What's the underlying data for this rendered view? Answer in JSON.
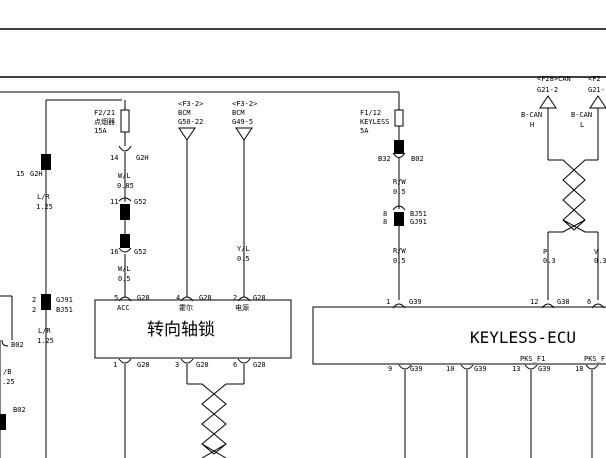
{
  "labels": {
    "g2h_left": "15",
    "g2h_left_name": "G2H",
    "wire_lr_left": "L/R",
    "wire_lr_left_size": "1.25",
    "gj91_pin": "2",
    "gj91_name": "GJ91",
    "bj51_pin": "2",
    "bj51_name": "BJ51",
    "wire_lr_left2": "L/R",
    "wire_lr_left2_size": "1.25",
    "b02_left": "B02",
    "b02_left2": "B02",
    "wire_b_left": "/B",
    "wire_b_left_size": ".25",
    "fuse1_id": "F2/21",
    "fuse1_name": "点烟器",
    "fuse1_amp": "15A",
    "g2h_pin": "14",
    "g2h_name": "G2H",
    "wire_wl1": "W/L",
    "wire_wl1_size": "0.85",
    "g52_top_pin": "11",
    "g52_top_name": "G52",
    "g52_bot_pin": "16",
    "g52_bot_name": "G52",
    "wire_wl2": "W/L",
    "wire_wl2_size": "0.5",
    "ref1_code": "<F3-2>",
    "ref1_name": "BCM",
    "ref1_conn": "G50-22",
    "ref2_code": "<F3-2>",
    "ref2_name": "BCM",
    "ref2_conn": "G49-5",
    "wire_yl": "Y/L",
    "wire_yl_size": "0.5",
    "lock_pin5": "5",
    "lock_pin5_conn": "G28",
    "lock_acc": "ACC",
    "lock_pin4": "4",
    "lock_pin4_conn": "G28",
    "lock_hall": "霍尔",
    "lock_pin2": "2",
    "lock_pin2_conn": "G28",
    "lock_power": "电源",
    "lock_title": "转向轴锁",
    "lock_pin1": "1",
    "lock_pin1_conn": "G28",
    "lock_pin3": "3",
    "lock_pin3_conn": "G28",
    "lock_pin6": "6",
    "lock_pin6_conn": "G28",
    "fuse2_id": "F1/12",
    "fuse2_name": "KEYLESS",
    "fuse2_amp": "5A",
    "b32_pin": "B32",
    "b02_name": "B02",
    "wire_rw1": "R/W",
    "wire_rw1_size": "0.5",
    "bj51_pin8": "8",
    "bj51_name2": "BJ51",
    "gj91_pin8": "8",
    "gj91_name2": "GJ91",
    "wire_rw2": "R/W",
    "wire_rw2_size": "0.5",
    "ecu_pin1": "1",
    "ecu_pin1_conn": "G39",
    "can_ref1": "<F28>CAN",
    "can_ref2": "<F2",
    "can_conn1": "G21-2",
    "can_conn2": "G21-",
    "bcan_h": "B-CAN",
    "bcan_h2": "H",
    "bcan_l": "B-CAN",
    "bcan_l2": "L",
    "wire_p": "P",
    "wire_p_size": "0.3",
    "wire_v": "V",
    "wire_v_size": "0.3",
    "ecu_pin12": "12",
    "ecu_pin12_conn": "G38",
    "ecu_pin6": "6",
    "ecu_title": "KEYLESS-ECU",
    "pks_f1": "PKS_F1",
    "pks_f2": "PKS_F",
    "ecu_pin9": "9",
    "ecu_pin9_conn": "G39",
    "ecu_pin10": "10",
    "ecu_pin10_conn": "G39",
    "ecu_pin13": "13",
    "ecu_pin13_conn": "G39",
    "ecu_pin18": "18"
  }
}
